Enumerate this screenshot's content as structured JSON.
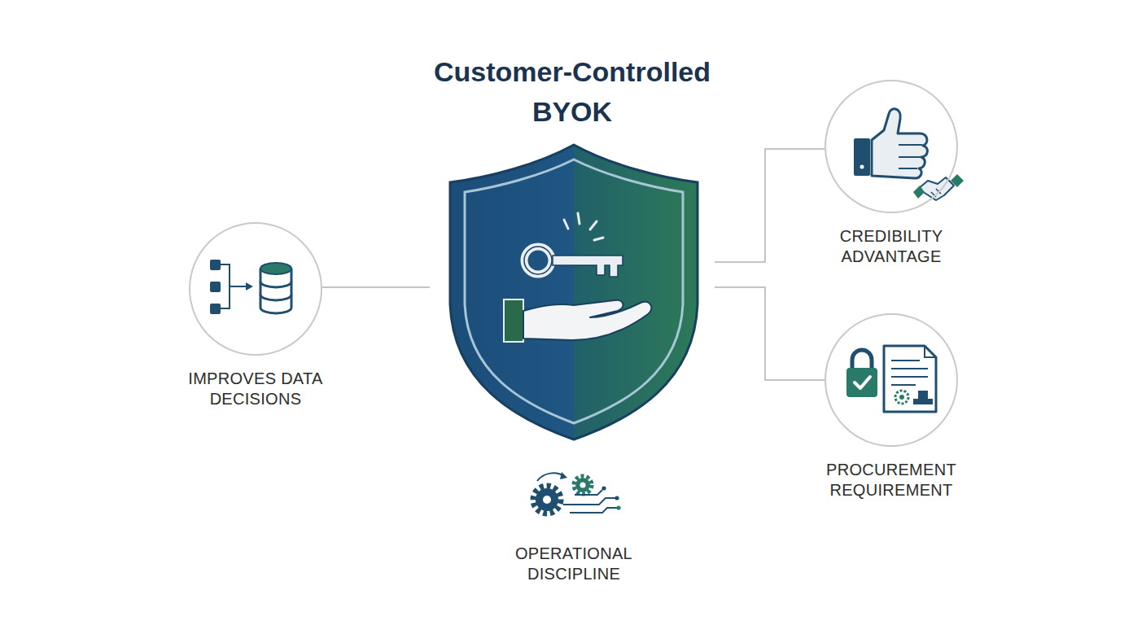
{
  "diagram": {
    "nodes": [
      {
        "text": [
          "Customer-Controlled BYOK"
        ]
      },
      {
        "text": [
          "IMPROVES DATA DECISIONS"
        ]
      },
      {
        "text": [
          "CREDIBILITY ADVANTAGE"
        ]
      },
      {
        "text": [
          "PROCUREMENT REQUIREMENT"
        ]
      }
    ],
    "edges": [
      {
        "from": 0,
        "to": 1,
        "arrow": "none"
      },
      {
        "from": 0,
        "to": 2,
        "arrow": "none"
      },
      {
        "from": 0,
        "to": 3,
        "arrow": "none"
      }
    ],
    "labels": [
      "OPERATIONAL DISCIPLINE"
    ]
  }
}
